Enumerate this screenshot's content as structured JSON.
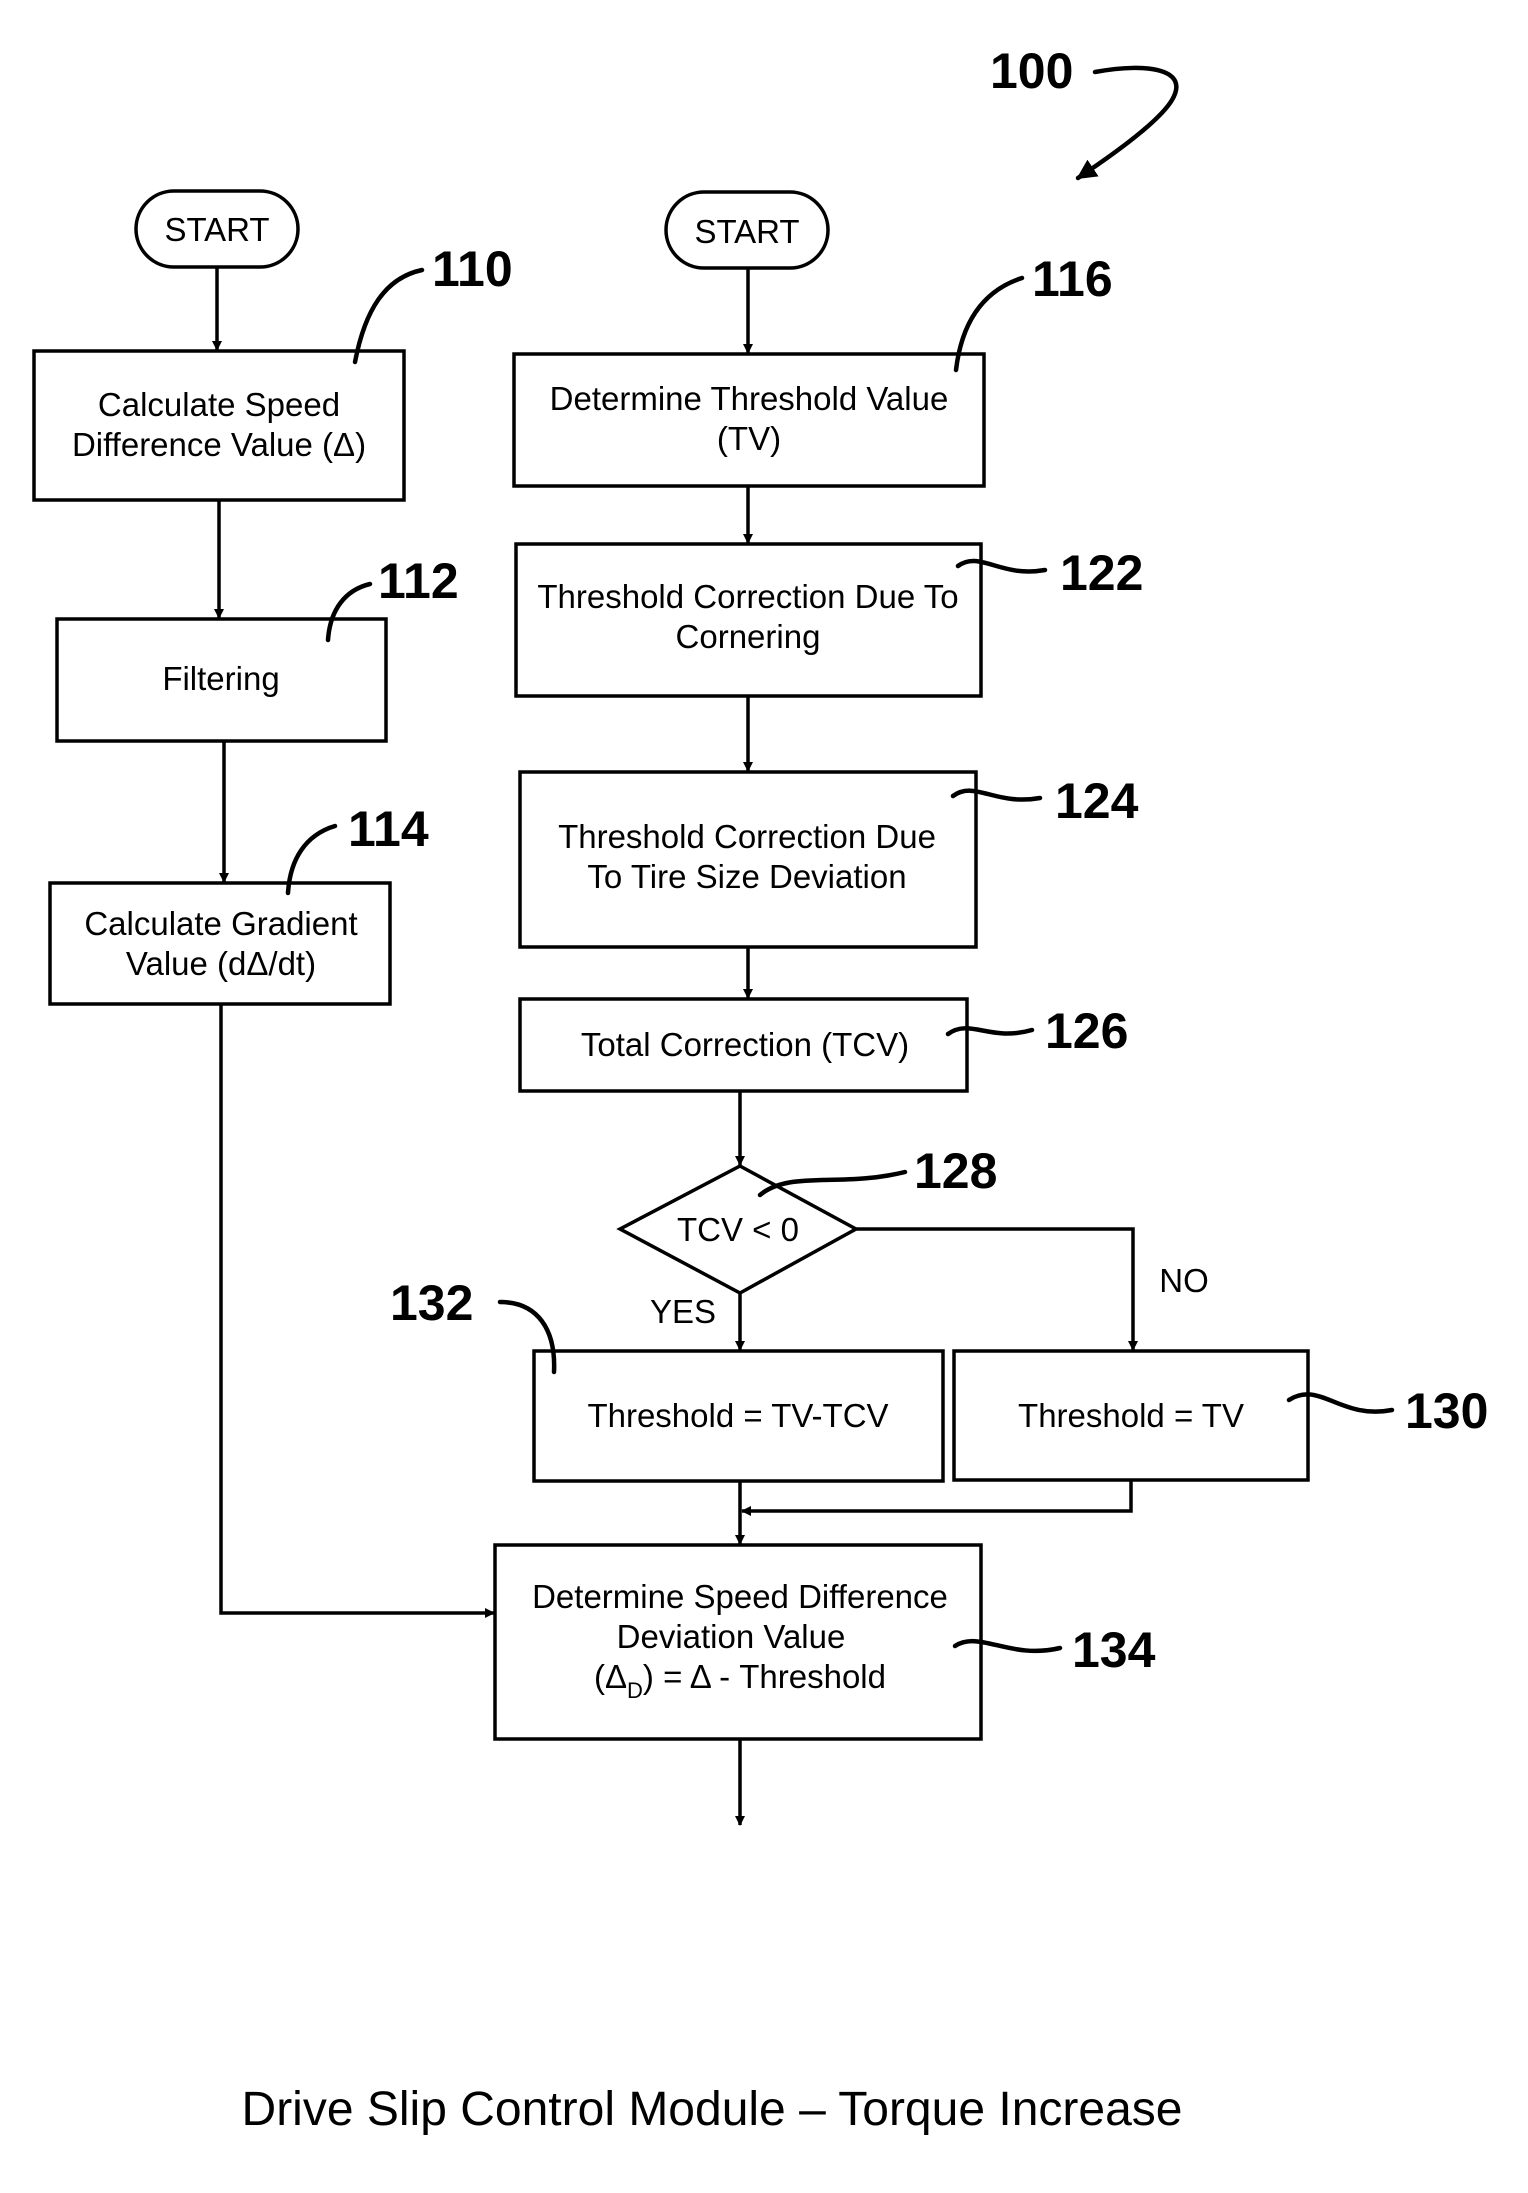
{
  "figure": {
    "ref_main": "100",
    "caption": "Drive Slip Control Module – Torque Increase"
  },
  "left_flow": {
    "start": "START",
    "step_110": {
      "ref": "110",
      "line1": "Calculate Speed",
      "line2": "Difference Value (Δ)"
    },
    "step_112": {
      "ref": "112",
      "line1": "Filtering"
    },
    "step_114": {
      "ref": "114",
      "line1": "Calculate Gradient",
      "line2": "Value (dΔ/dt)"
    }
  },
  "right_flow": {
    "start": "START",
    "step_116": {
      "ref": "116",
      "line1": "Determine Threshold Value",
      "line2": "(TV)"
    },
    "step_122": {
      "ref": "122",
      "line1": "Threshold Correction Due To",
      "line2": "Cornering"
    },
    "step_124": {
      "ref": "124",
      "line1": "Threshold Correction Due",
      "line2": "To Tire Size Deviation"
    },
    "step_126": {
      "ref": "126",
      "line1": "Total Correction (TCV)"
    },
    "decision_128": {
      "ref": "128",
      "label": "TCV < 0",
      "yes": "YES",
      "no": "NO"
    },
    "step_132": {
      "ref": "132",
      "line1": "Threshold = TV-TCV"
    },
    "step_130": {
      "ref": "130",
      "line1": "Threshold = TV"
    },
    "step_134": {
      "ref": "134",
      "line1": "Determine Speed Difference",
      "line2": "Deviation Value",
      "line3_open": "(Δ",
      "line3_sub": "D",
      "line3_rest": ") = Δ - Threshold"
    }
  }
}
